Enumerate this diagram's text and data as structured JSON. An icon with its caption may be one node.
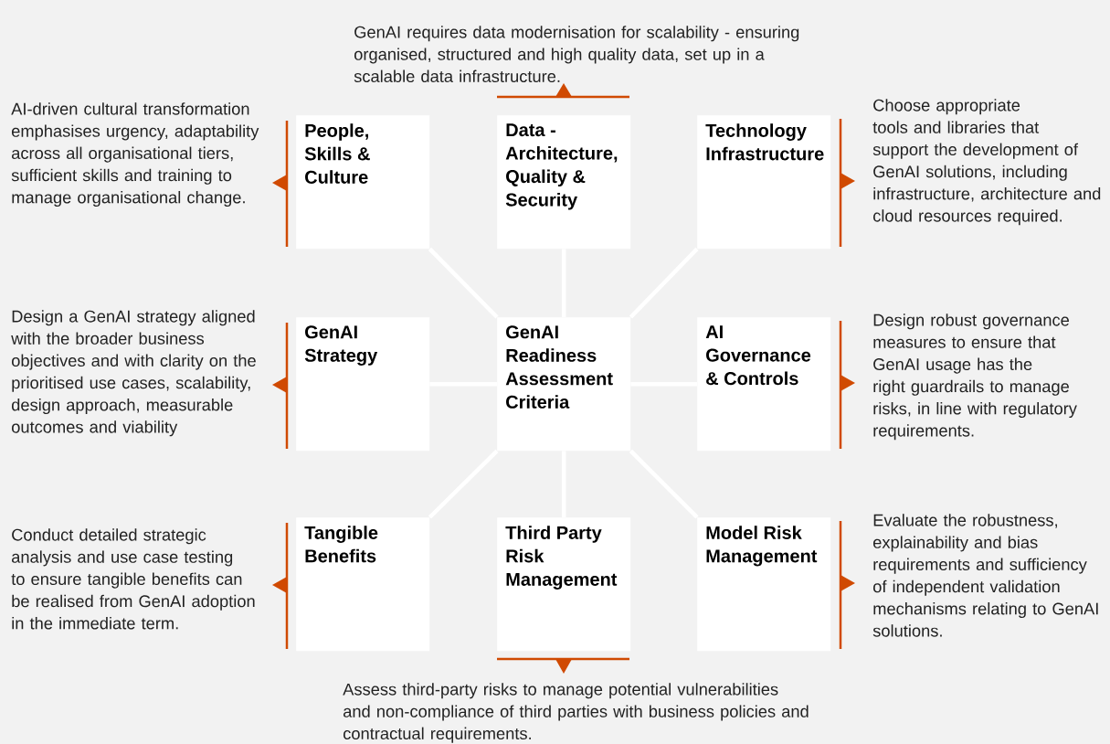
{
  "diagram": {
    "nodes": [
      {
        "text": [
          "People, Skills & Culture"
        ],
        "beside": [
          "AI-driven cultural transformation emphasises urgency, adaptability across all organisational tiers, sufficient skills and training to manage organisational change."
        ]
      },
      {
        "text": [
          "Data - Architecture, Quality & Security"
        ],
        "beside": [
          "GenAI requires data modernisation for scalability - ensuring organised, structured and high quality data, set up in a scalable data infrastructure."
        ]
      },
      {
        "text": [
          "Technology Infrastructure"
        ],
        "beside": [
          "Choose appropriate tools and libraries that support the development of GenAI solutions, including infrastructure, architecture and cloud resources required."
        ]
      },
      {
        "text": [
          "GenAI Strategy"
        ],
        "beside": [
          "Design a GenAI strategy aligned with the broader business objectives and with clarity on the prioritised use cases, scalability, design approach, measurable outcomes and viability"
        ]
      },
      {
        "text": [
          "GenAI Readiness Assessment Criteria"
        ]
      },
      {
        "text": [
          "AI Governance & Controls"
        ],
        "beside": [
          "Design robust governance measures to ensure that GenAI usage has the right guardrails to manage risks, in line with regulatory requirements."
        ]
      },
      {
        "text": [
          "Tangible Benefits"
        ],
        "beside": [
          "Conduct detailed strategic analysis and use case testing to ensure tangible benefits can be realised from GenAI adoption in the immediate term."
        ]
      },
      {
        "text": [
          "Third Party Risk Management"
        ],
        "beside": [
          "Assess third-party risks to manage potential vulnerabilities and non-compliance of third parties with business policies and contractual requirements."
        ]
      },
      {
        "text": [
          "Model Risk Management"
        ],
        "beside": [
          "Evaluate the robustness, explainability and bias requirements and sufficiency of independent validation mechanisms relating to GenAI solutions."
        ]
      }
    ],
    "edges": [
      {
        "from": 4,
        "to": 0,
        "arrow": "none"
      },
      {
        "from": 4,
        "to": 1,
        "arrow": "none"
      },
      {
        "from": 4,
        "to": 2,
        "arrow": "none"
      },
      {
        "from": 4,
        "to": 3,
        "arrow": "none"
      },
      {
        "from": 4,
        "to": 5,
        "arrow": "none"
      },
      {
        "from": 4,
        "to": 6,
        "arrow": "none"
      },
      {
        "from": 4,
        "to": 7,
        "arrow": "none"
      },
      {
        "from": 4,
        "to": 8,
        "arrow": "none"
      }
    ]
  }
}
